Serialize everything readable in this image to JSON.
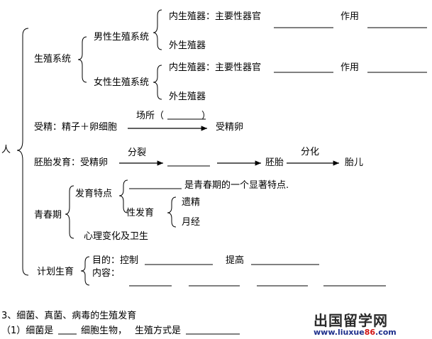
{
  "root": "人",
  "reproduction_system": {
    "label": "生殖系统",
    "male": {
      "label": "男性生殖系统",
      "internal": "内生殖器：主要性器官",
      "function_label": "作用",
      "external": "外生殖器"
    },
    "female": {
      "label": "女性生殖系统",
      "internal": "内生殖器：主要性器官",
      "function_label": "作用",
      "external": "外生殖器"
    }
  },
  "fertilization": {
    "label": "受精：精子＋卵细胞",
    "place_label": "场所（",
    "place_close": "）",
    "result": "受精卵"
  },
  "embryo": {
    "label": "胚胎发育：受精卵",
    "arrow1_label": "分裂",
    "stage": "胚胎",
    "arrow2_label": "分化",
    "result": "胎儿"
  },
  "puberty": {
    "label": "青春期",
    "features_label": "发育特点",
    "feature_note": "是青春期的一个显著特点.",
    "sexual_label": "性发育",
    "emission": "遗精",
    "menstruation": "月经",
    "psychology": "心理变化及卫生"
  },
  "family_planning": {
    "label": "计划生育",
    "purpose_label": "目的：控制",
    "improve_label": "提高",
    "content_label": "内容："
  },
  "section3": {
    "heading": "3、细菌、真菌、病毒的生殖发育",
    "q1_part1": "（1）细菌是",
    "q1_part2": "细胞生物，",
    "q1_part3": "生殖方式是"
  },
  "watermark": {
    "title": "出国留学网",
    "url_prefix": "www.liuxue",
    "url_highlight": "86",
    "url_suffix": ".com"
  }
}
